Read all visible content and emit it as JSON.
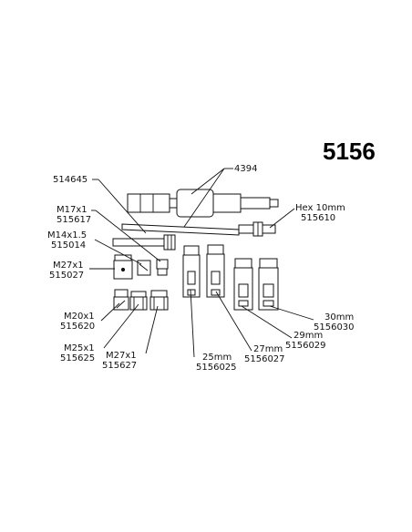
{
  "kit_number": "5156",
  "labels": {
    "p514645": "514645",
    "p4394": "4394",
    "m17": "M17x1",
    "p515617": "515617",
    "hex": "Hex 10mm",
    "p515610": "515610",
    "m14": "M14x1.5",
    "p515014": "515014",
    "m27a": "M27x1",
    "p515027": "515027",
    "m20": "M20x1",
    "p515620": "515620",
    "m25": "M25x1",
    "p515625": "515625",
    "m27b": "M27x1",
    "p515627": "515627",
    "s25": "25mm",
    "p5156025": "5156025",
    "s27": "27mm",
    "p5156027": "5156027",
    "s29": "29mm",
    "p5156029": "5156029",
    "s30": "30mm",
    "p5156030": "5156030"
  }
}
